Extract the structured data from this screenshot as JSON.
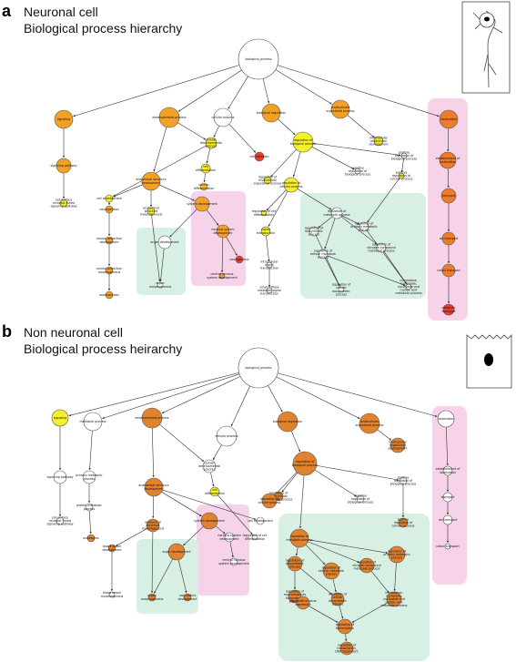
{
  "panel_a": {
    "letter": "a",
    "title_line1": "Neuronal cell",
    "title_line2": "Biological process hierarchy"
  },
  "panel_b": {
    "letter": "b",
    "title_line1": "Non neuronal cell",
    "title_line2": "Biological process heirarchy"
  },
  "colors": {
    "white": "#ffffff",
    "yellow": "#f6ef2a",
    "light_orange": "#f7c22c",
    "orange": "#f4a024",
    "dark_orange": "#ef7a2a",
    "red": "#e8402a",
    "brown_orange": "#e0822e",
    "pink_box": "#f6d3e8",
    "green_box": "#d8efe3"
  },
  "nodes_a": [
    {
      "id": "a0",
      "label": "biological_process",
      "color": "white",
      "r": 22
    },
    {
      "id": "a1",
      "label": "signaling",
      "color": "orange",
      "r": 10
    },
    {
      "id": "a2",
      "label": "developmental process",
      "color": "orange",
      "r": 11
    },
    {
      "id": "a3",
      "label": "cellular process",
      "color": "white",
      "r": 10
    },
    {
      "id": "a4",
      "label": "biological regulation",
      "color": "orange",
      "r": 10
    },
    {
      "id": "a5",
      "label": "multicellular organismal process",
      "color": "orange",
      "r": 10
    },
    {
      "id": "a6",
      "label": "localization",
      "color": "dark_orange",
      "r": 10
    },
    {
      "id": "a7",
      "label": "signaling pathway",
      "color": "orange",
      "r": 8
    },
    {
      "id": "a8",
      "label": "cell surface receptor linked signaling pathway",
      "color": "yellow",
      "r": 4
    },
    {
      "id": "a9",
      "label": "anatomical structure development",
      "color": "orange",
      "r": 10
    },
    {
      "id": "a10",
      "label": "cellular developmental process",
      "color": "yellow",
      "r": 6
    },
    {
      "id": "a11",
      "label": "cell differentiation",
      "color": "yellow",
      "r": 5
    },
    {
      "id": "a12",
      "label": "cell adhesion",
      "color": "red",
      "r": 5
    },
    {
      "id": "a13",
      "label": "regulation of biological process",
      "color": "yellow",
      "r": 11
    },
    {
      "id": "a14",
      "label": "multicellular organismal development",
      "color": "yellow",
      "r": 5
    },
    {
      "id": "a15",
      "label": "establishment of localization",
      "color": "dark_orange",
      "r": 9
    },
    {
      "id": "a16",
      "label": "cell development",
      "color": "yellow",
      "r": 4
    },
    {
      "id": "a17",
      "label": "neurogenesis",
      "color": "orange",
      "r": 4
    },
    {
      "id": "a18",
      "label": "neuron projection development",
      "color": "orange",
      "r": 4
    },
    {
      "id": "a19",
      "label": "neuron projection morphogenesis",
      "color": "orange",
      "r": 4
    },
    {
      "id": "a20",
      "label": "axonogenesis",
      "color": "orange",
      "r": 4
    },
    {
      "id": "a21",
      "label": "anatomical structure morphogenesis",
      "color": "yellow",
      "r": 4
    },
    {
      "id": "a22",
      "label": "system development",
      "color": "orange",
      "r": 8
    },
    {
      "id": "a23",
      "label": "organ development",
      "color": "white",
      "r": 7
    },
    {
      "id": "a24",
      "label": "organ morphogenesis",
      "color": "white",
      "r": 3
    },
    {
      "id": "a25",
      "label": "nervous system development",
      "color": "orange",
      "r": 7
    },
    {
      "id": "a26",
      "label": "neurogenesis",
      "color": "red",
      "r": 4
    },
    {
      "id": "a27",
      "label": "central nervous system development",
      "color": "orange",
      "r": 3
    },
    {
      "id": "a28",
      "label": "neuron differentiation",
      "color": "light_orange",
      "r": 4
    },
    {
      "id": "a29",
      "label": "regulation of multicellular organismal process",
      "color": "yellow",
      "r": 4
    },
    {
      "id": "a30",
      "label": "regulation of cellular process",
      "color": "yellow",
      "r": 8
    },
    {
      "id": "a31",
      "label": "regulation of cell differentiation",
      "color": "yellow",
      "r": 3
    },
    {
      "id": "a32",
      "label": "signal transduction",
      "color": "yellow",
      "r": 5
    },
    {
      "id": "a33",
      "label": "intracellular signal transduction",
      "color": "white",
      "r": 3
    },
    {
      "id": "a34",
      "label": "small GTPase mediated signal transduction",
      "color": "white",
      "r": 3
    },
    {
      "id": "a35",
      "label": "negative regulation of biological process",
      "color": "white",
      "r": 3
    },
    {
      "id": "a36",
      "label": "positive regulation of biological process",
      "color": "white",
      "r": 3
    },
    {
      "id": "a37",
      "label": "positive regulation of cellular process",
      "color": "yellow",
      "r": 3
    },
    {
      "id": "a38",
      "label": "regulation of metabolic process",
      "color": "white",
      "r": 6
    },
    {
      "id": "a39",
      "label": "regulation of biosynthetic process",
      "color": "white",
      "r": 5
    },
    {
      "id": "a40",
      "label": "regulation of primary metabolic process",
      "color": "white",
      "r": 5
    },
    {
      "id": "a41",
      "label": "regulation of cellular metabolic process",
      "color": "white",
      "r": 5
    },
    {
      "id": "a42",
      "label": "regulation of nitrogen compound metabolic process",
      "color": "white",
      "r": 5
    },
    {
      "id": "a43",
      "label": "regulation of cellular biosynthetic process",
      "color": "white",
      "r": 3
    },
    {
      "id": "a44",
      "label": "nucleobase, nucleoside, nucleotide and nucleic acid metabolic process",
      "color": "white",
      "r": 3
    },
    {
      "id": "a45",
      "label": "transport",
      "color": "dark_orange",
      "r": 8
    },
    {
      "id": "a46",
      "label": "ion transport",
      "color": "dark_orange",
      "r": 7
    },
    {
      "id": "a47",
      "label": "cation transport",
      "color": "dark_orange",
      "r": 7
    },
    {
      "id": "a48",
      "label": "metal ion transport",
      "color": "red",
      "r": 6
    }
  ],
  "nodes_b": [
    {
      "id": "b0",
      "label": "biological_process",
      "color": "white",
      "r": 22
    },
    {
      "id": "b1",
      "label": "signaling",
      "color": "yellow",
      "r": 9
    },
    {
      "id": "b2",
      "label": "metabolic process",
      "color": "white",
      "r": 10
    },
    {
      "id": "b3",
      "label": "developmental process",
      "color": "brown_orange",
      "r": 11
    },
    {
      "id": "b4",
      "label": "cellular process",
      "color": "white",
      "r": 11
    },
    {
      "id": "b5",
      "label": "biological regulation",
      "color": "brown_orange",
      "r": 11
    },
    {
      "id": "b6",
      "label": "multicellular organismal process",
      "color": "brown_orange",
      "r": 11
    },
    {
      "id": "b7",
      "label": "localization",
      "color": "white",
      "r": 9
    },
    {
      "id": "b8",
      "label": "signaling pathway",
      "color": "white",
      "r": 7
    },
    {
      "id": "b9",
      "label": "primary metabolic process",
      "color": "white",
      "r": 7
    },
    {
      "id": "b10",
      "label": "cell surface receptor linked signaling pathway",
      "color": "white",
      "r": 4
    },
    {
      "id": "b11",
      "label": "protein metabolic process",
      "color": "white",
      "r": 4
    },
    {
      "id": "b12",
      "label": "proteolysis",
      "color": "brown_orange",
      "r": 4
    },
    {
      "id": "b13",
      "label": "anatomical structure development",
      "color": "brown_orange",
      "r": 10
    },
    {
      "id": "b14",
      "label": "cellular developmental process",
      "color": "white",
      "r": 7
    },
    {
      "id": "b15",
      "label": "cell differentiation",
      "color": "yellow",
      "r": 5
    },
    {
      "id": "b16",
      "label": "regulation of biological process",
      "color": "brown_orange",
      "r": 13
    },
    {
      "id": "b17",
      "label": "regulation of multicellular organismal process",
      "color": "brown_orange",
      "r": 5
    },
    {
      "id": "b18",
      "label": "regulation of cellular process",
      "color": "brown_orange",
      "r": 8
    },
    {
      "id": "b19",
      "label": "negative regulation of biological process",
      "color": "white",
      "r": 4
    },
    {
      "id": "b20",
      "label": "positive regulation of biological process",
      "color": "white",
      "r": 4
    },
    {
      "id": "b21",
      "label": "multicellular organismal development",
      "color": "brown_orange",
      "r": 8
    },
    {
      "id": "b22",
      "label": "establishment of localization",
      "color": "white",
      "r": 5
    },
    {
      "id": "b23",
      "label": "transport",
      "color": "white",
      "r": 5
    },
    {
      "id": "b24",
      "label": "ion transport",
      "color": "white",
      "r": 5
    },
    {
      "id": "b25",
      "label": "cation transport",
      "color": "white",
      "r": 3
    },
    {
      "id": "b26",
      "label": "anatomical structure morphogenesis",
      "color": "brown_orange",
      "r": 7
    },
    {
      "id": "b27",
      "label": "system development",
      "color": "brown_orange",
      "r": 9
    },
    {
      "id": "b28",
      "label": "cell development",
      "color": "white",
      "r": 4
    },
    {
      "id": "b29",
      "label": "blood vessel development",
      "color": "brown_orange",
      "r": 4
    },
    {
      "id": "b30",
      "label": "organ development",
      "color": "brown_orange",
      "r": 9
    },
    {
      "id": "b31",
      "label": "nervous system development",
      "color": "white",
      "r": 5
    },
    {
      "id": "b32",
      "label": "regulation of cell differentiation",
      "color": "white",
      "r": 3
    },
    {
      "id": "b33",
      "label": "central nervous system development",
      "color": "white",
      "r": 4
    },
    {
      "id": "b34",
      "label": "blood vessel morphogenesis",
      "color": "white",
      "r": 3
    },
    {
      "id": "b35",
      "label": "organ morphogenesis",
      "color": "brown_orange",
      "r": 4
    },
    {
      "id": "b36",
      "label": "vasculature development",
      "color": "brown_orange",
      "r": 4
    },
    {
      "id": "b37",
      "label": "positive regulation of cellular process",
      "color": "brown_orange",
      "r": 5
    },
    {
      "id": "b38",
      "label": "regulation of metabolic process",
      "color": "brown_orange",
      "r": 10
    },
    {
      "id": "b39",
      "label": "regulation of biosynthetic process",
      "color": "brown_orange",
      "r": 8
    },
    {
      "id": "b40",
      "label": "regulation of cellular metabolic process",
      "color": "brown_orange",
      "r": 9
    },
    {
      "id": "b41",
      "label": "regulation of nitrogen compound metabolic process",
      "color": "brown_orange",
      "r": 8
    },
    {
      "id": "b42",
      "label": "regulation of primary metabolic process",
      "color": "brown_orange",
      "r": 9
    },
    {
      "id": "b43",
      "label": "regulation of macromolecule biosynthetic process",
      "color": "brown_orange",
      "r": 7
    },
    {
      "id": "b44",
      "label": "regulation of cellular biosynthetic process",
      "color": "brown_orange",
      "r": 7
    },
    {
      "id": "b45",
      "label": "regulation of gene expression",
      "color": "brown_orange",
      "r": 7
    },
    {
      "id": "b46",
      "label": "nucleobase, nucleoside, nucleotide and nucleic acid metabolic process",
      "color": "brown_orange",
      "r": 8
    },
    {
      "id": "b47",
      "label": "regulation of transcription",
      "color": "brown_orange",
      "r": 8
    },
    {
      "id": "b48",
      "label": "regulation of transcription, DNA-dependent",
      "color": "brown_orange",
      "r": 7
    }
  ],
  "edges_a": [
    [
      "a0",
      "a1"
    ],
    [
      "a0",
      "a2"
    ],
    [
      "a0",
      "a3"
    ],
    [
      "a0",
      "a4"
    ],
    [
      "a0",
      "a5"
    ],
    [
      "a0",
      "a6"
    ],
    [
      "a1",
      "a7"
    ],
    [
      "a7",
      "a8"
    ],
    [
      "a2",
      "a9"
    ],
    [
      "a2",
      "a10"
    ],
    [
      "a3",
      "a10"
    ],
    [
      "a3",
      "a12"
    ],
    [
      "a10",
      "a11"
    ],
    [
      "a10",
      "a16"
    ],
    [
      "a4",
      "a13"
    ],
    [
      "a5",
      "a14"
    ],
    [
      "a6",
      "a15"
    ],
    [
      "a9",
      "a16"
    ],
    [
      "a9",
      "a21"
    ],
    [
      "a9",
      "a22"
    ],
    [
      "a16",
      "a17"
    ],
    [
      "a17",
      "a18"
    ],
    [
      "a18",
      "a19"
    ],
    [
      "a19",
      "a20"
    ],
    [
      "a21",
      "a24"
    ],
    [
      "a22",
      "a23"
    ],
    [
      "a22",
      "a25"
    ],
    [
      "a23",
      "a24"
    ],
    [
      "a25",
      "a26"
    ],
    [
      "a25",
      "a27"
    ],
    [
      "a11",
      "a28"
    ],
    [
      "a13",
      "a29"
    ],
    [
      "a13",
      "a30"
    ],
    [
      "a13",
      "a35"
    ],
    [
      "a13",
      "a36"
    ],
    [
      "a30",
      "a31"
    ],
    [
      "a30",
      "a32"
    ],
    [
      "a32",
      "a33"
    ],
    [
      "a33",
      "a34"
    ],
    [
      "a30",
      "a38"
    ],
    [
      "a36",
      "a37"
    ],
    [
      "a37",
      "a40"
    ],
    [
      "a38",
      "a39"
    ],
    [
      "a38",
      "a40"
    ],
    [
      "a38",
      "a41"
    ],
    [
      "a38",
      "a42"
    ],
    [
      "a39",
      "a43"
    ],
    [
      "a41",
      "a43"
    ],
    [
      "a40",
      "a44"
    ],
    [
      "a42",
      "a44"
    ],
    [
      "a41",
      "a44"
    ],
    [
      "a15",
      "a45"
    ],
    [
      "a45",
      "a46"
    ],
    [
      "a46",
      "a47"
    ],
    [
      "a47",
      "a48"
    ]
  ],
  "edges_b": [
    [
      "b0",
      "b1"
    ],
    [
      "b0",
      "b2"
    ],
    [
      "b0",
      "b3"
    ],
    [
      "b0",
      "b4"
    ],
    [
      "b0",
      "b5"
    ],
    [
      "b0",
      "b6"
    ],
    [
      "b0",
      "b7"
    ],
    [
      "b1",
      "b8"
    ],
    [
      "b8",
      "b10"
    ],
    [
      "b2",
      "b9"
    ],
    [
      "b9",
      "b11"
    ],
    [
      "b11",
      "b12"
    ],
    [
      "b3",
      "b13"
    ],
    [
      "b3",
      "b14"
    ],
    [
      "b4",
      "b14"
    ],
    [
      "b14",
      "b15"
    ],
    [
      "b5",
      "b16"
    ],
    [
      "b6",
      "b21"
    ],
    [
      "b7",
      "b22"
    ],
    [
      "b22",
      "b23"
    ],
    [
      "b23",
      "b24"
    ],
    [
      "b24",
      "b25"
    ],
    [
      "b13",
      "b26"
    ],
    [
      "b13",
      "b27"
    ],
    [
      "b13",
      "b28"
    ],
    [
      "b26",
      "b29"
    ],
    [
      "b26",
      "b35"
    ],
    [
      "b27",
      "b30"
    ],
    [
      "b27",
      "b31"
    ],
    [
      "b15",
      "b32"
    ],
    [
      "b31",
      "b33"
    ],
    [
      "b29",
      "b34"
    ],
    [
      "b30",
      "b35"
    ],
    [
      "b30",
      "b36"
    ],
    [
      "b16",
      "b17"
    ],
    [
      "b16",
      "b18"
    ],
    [
      "b16",
      "b19"
    ],
    [
      "b16",
      "b20"
    ],
    [
      "b16",
      "b38"
    ],
    [
      "b20",
      "b37"
    ],
    [
      "b38",
      "b39"
    ],
    [
      "b38",
      "b40"
    ],
    [
      "b38",
      "b41"
    ],
    [
      "b38",
      "b42"
    ],
    [
      "b39",
      "b43"
    ],
    [
      "b39",
      "b44"
    ],
    [
      "b40",
      "b44"
    ],
    [
      "b42",
      "b46"
    ],
    [
      "b41",
      "b46"
    ],
    [
      "b43",
      "b45"
    ],
    [
      "b44",
      "b47"
    ],
    [
      "b45",
      "b47"
    ],
    [
      "b46",
      "b47"
    ],
    [
      "b47",
      "b48"
    ]
  ]
}
